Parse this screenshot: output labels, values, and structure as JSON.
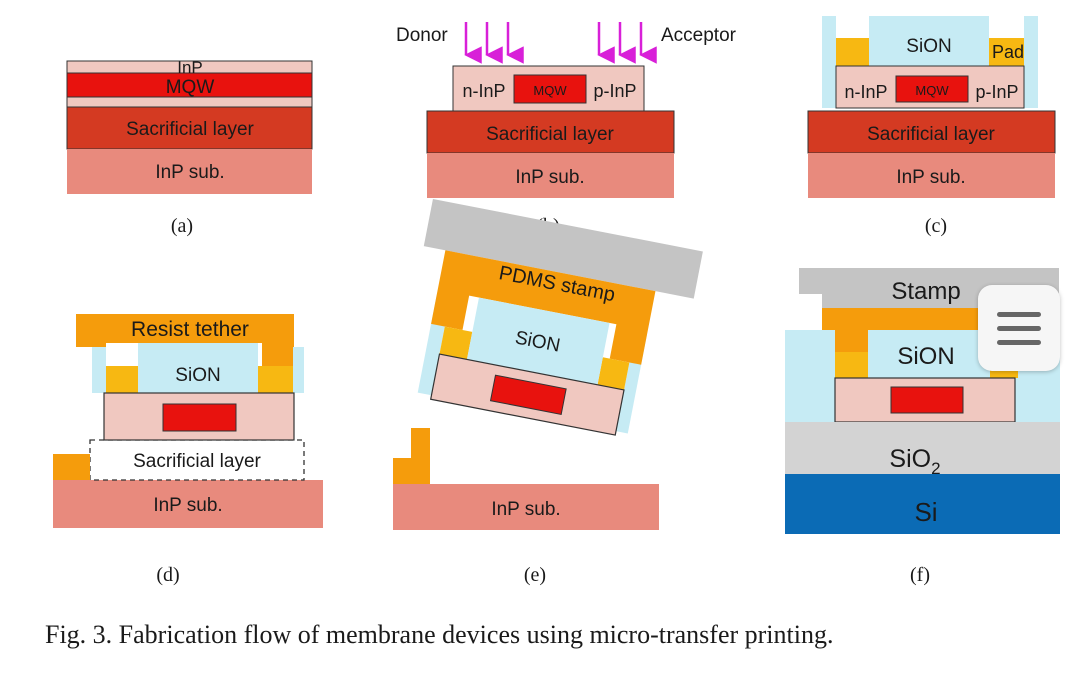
{
  "panels": {
    "a": {
      "caption": "(a)",
      "inp_top": "InP",
      "mqw": "MQW",
      "sacrificial": "Sacrificial layer",
      "substrate": "InP sub."
    },
    "b": {
      "caption": "(b)",
      "donor": "Donor",
      "acceptor": "Acceptor",
      "n_inp": "n-InP",
      "p_inp": "p-InP",
      "mqw": "MQW",
      "sacrificial": "Sacrificial layer",
      "substrate": "InP sub."
    },
    "c": {
      "caption": "(c)",
      "sion": "SiON",
      "pad": "Pad",
      "n_inp": "n-InP",
      "p_inp": "p-InP",
      "mqw": "MQW",
      "sacrificial": "Sacrificial layer",
      "substrate": "InP sub."
    },
    "d": {
      "caption": "(d)",
      "tether": "Resist tether",
      "sion": "SiON",
      "sacrificial": "Sacrificial layer",
      "substrate": "InP sub."
    },
    "e": {
      "caption": "(e)",
      "stamp": "PDMS stamp",
      "sion": "SiON",
      "substrate": "InP sub."
    },
    "f": {
      "caption": "(f)",
      "stamp": "Stamp",
      "sion": "SiON",
      "sio2": "SiO",
      "sio2_sub": "2",
      "si": "Si"
    }
  },
  "figure_caption": "Fig. 3. Fabrication flow of membrane devices using micro-transfer printing.",
  "colors": {
    "inp": "#f0c8c0",
    "mqw": "#e8120e",
    "sacrificial": "#d43a22",
    "substrate": "#e88a7d",
    "sion": "#c6ebf4",
    "pad": "#f7b812",
    "tether": "#f59c0c",
    "stamp": "#c4c4c4",
    "sio2": "#d3d3d3",
    "si": "#0b6bb5",
    "arrow": "#d820d8"
  },
  "menu_icon": "hamburger-menu-icon"
}
